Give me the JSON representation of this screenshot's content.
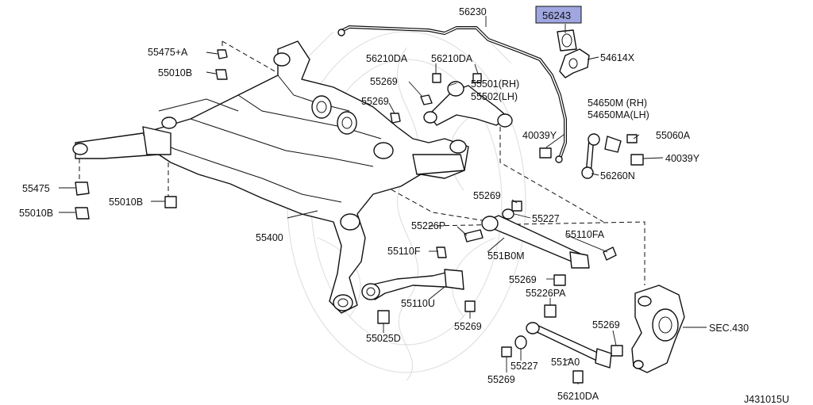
{
  "diagram": {
    "highlight_color": "#9fa6e0",
    "highlighted_part": "56243",
    "watermark": "dragon-emblem-watermark",
    "labels": {
      "p56230": "56230",
      "p56243": "56243",
      "p54614X": "54614X",
      "p55475A": "55475+A",
      "p55010B_top": "55010B",
      "p56210DA_a": "56210DA",
      "p56210DA_b": "56210DA",
      "p55269_a": "55269",
      "p55501": "55501(RH)",
      "p55502": "55502(LH)",
      "p55269_b": "55269",
      "p54650M": "54650M (RH)",
      "p54650MA": "54650MA(LH)",
      "p40039Y_a": "40039Y",
      "p55060A": "55060A",
      "p40039Y_b": "40039Y",
      "p56260N": "56260N",
      "p55475": "55475",
      "p55010B_mid": "55010B",
      "p55010B_low": "55010B",
      "p55269_c": "55269",
      "p55227_a": "55227",
      "p55226P": "55226P",
      "p55110FA": "55110FA",
      "p55400": "55400",
      "p55110F": "55110F",
      "p551B0M": "551B0M",
      "p55269_d": "55269",
      "p55110U": "55110U",
      "p55226PA": "55226PA",
      "p55269_e": "55269",
      "p55025D": "55025D",
      "p55269_f": "55269",
      "pSEC430": "SEC.430",
      "p55227_b": "55227",
      "p551A0": "551A0",
      "p55269_g": "55269",
      "p56210DA_c": "56210DA",
      "ref_code": "J431015U"
    }
  }
}
